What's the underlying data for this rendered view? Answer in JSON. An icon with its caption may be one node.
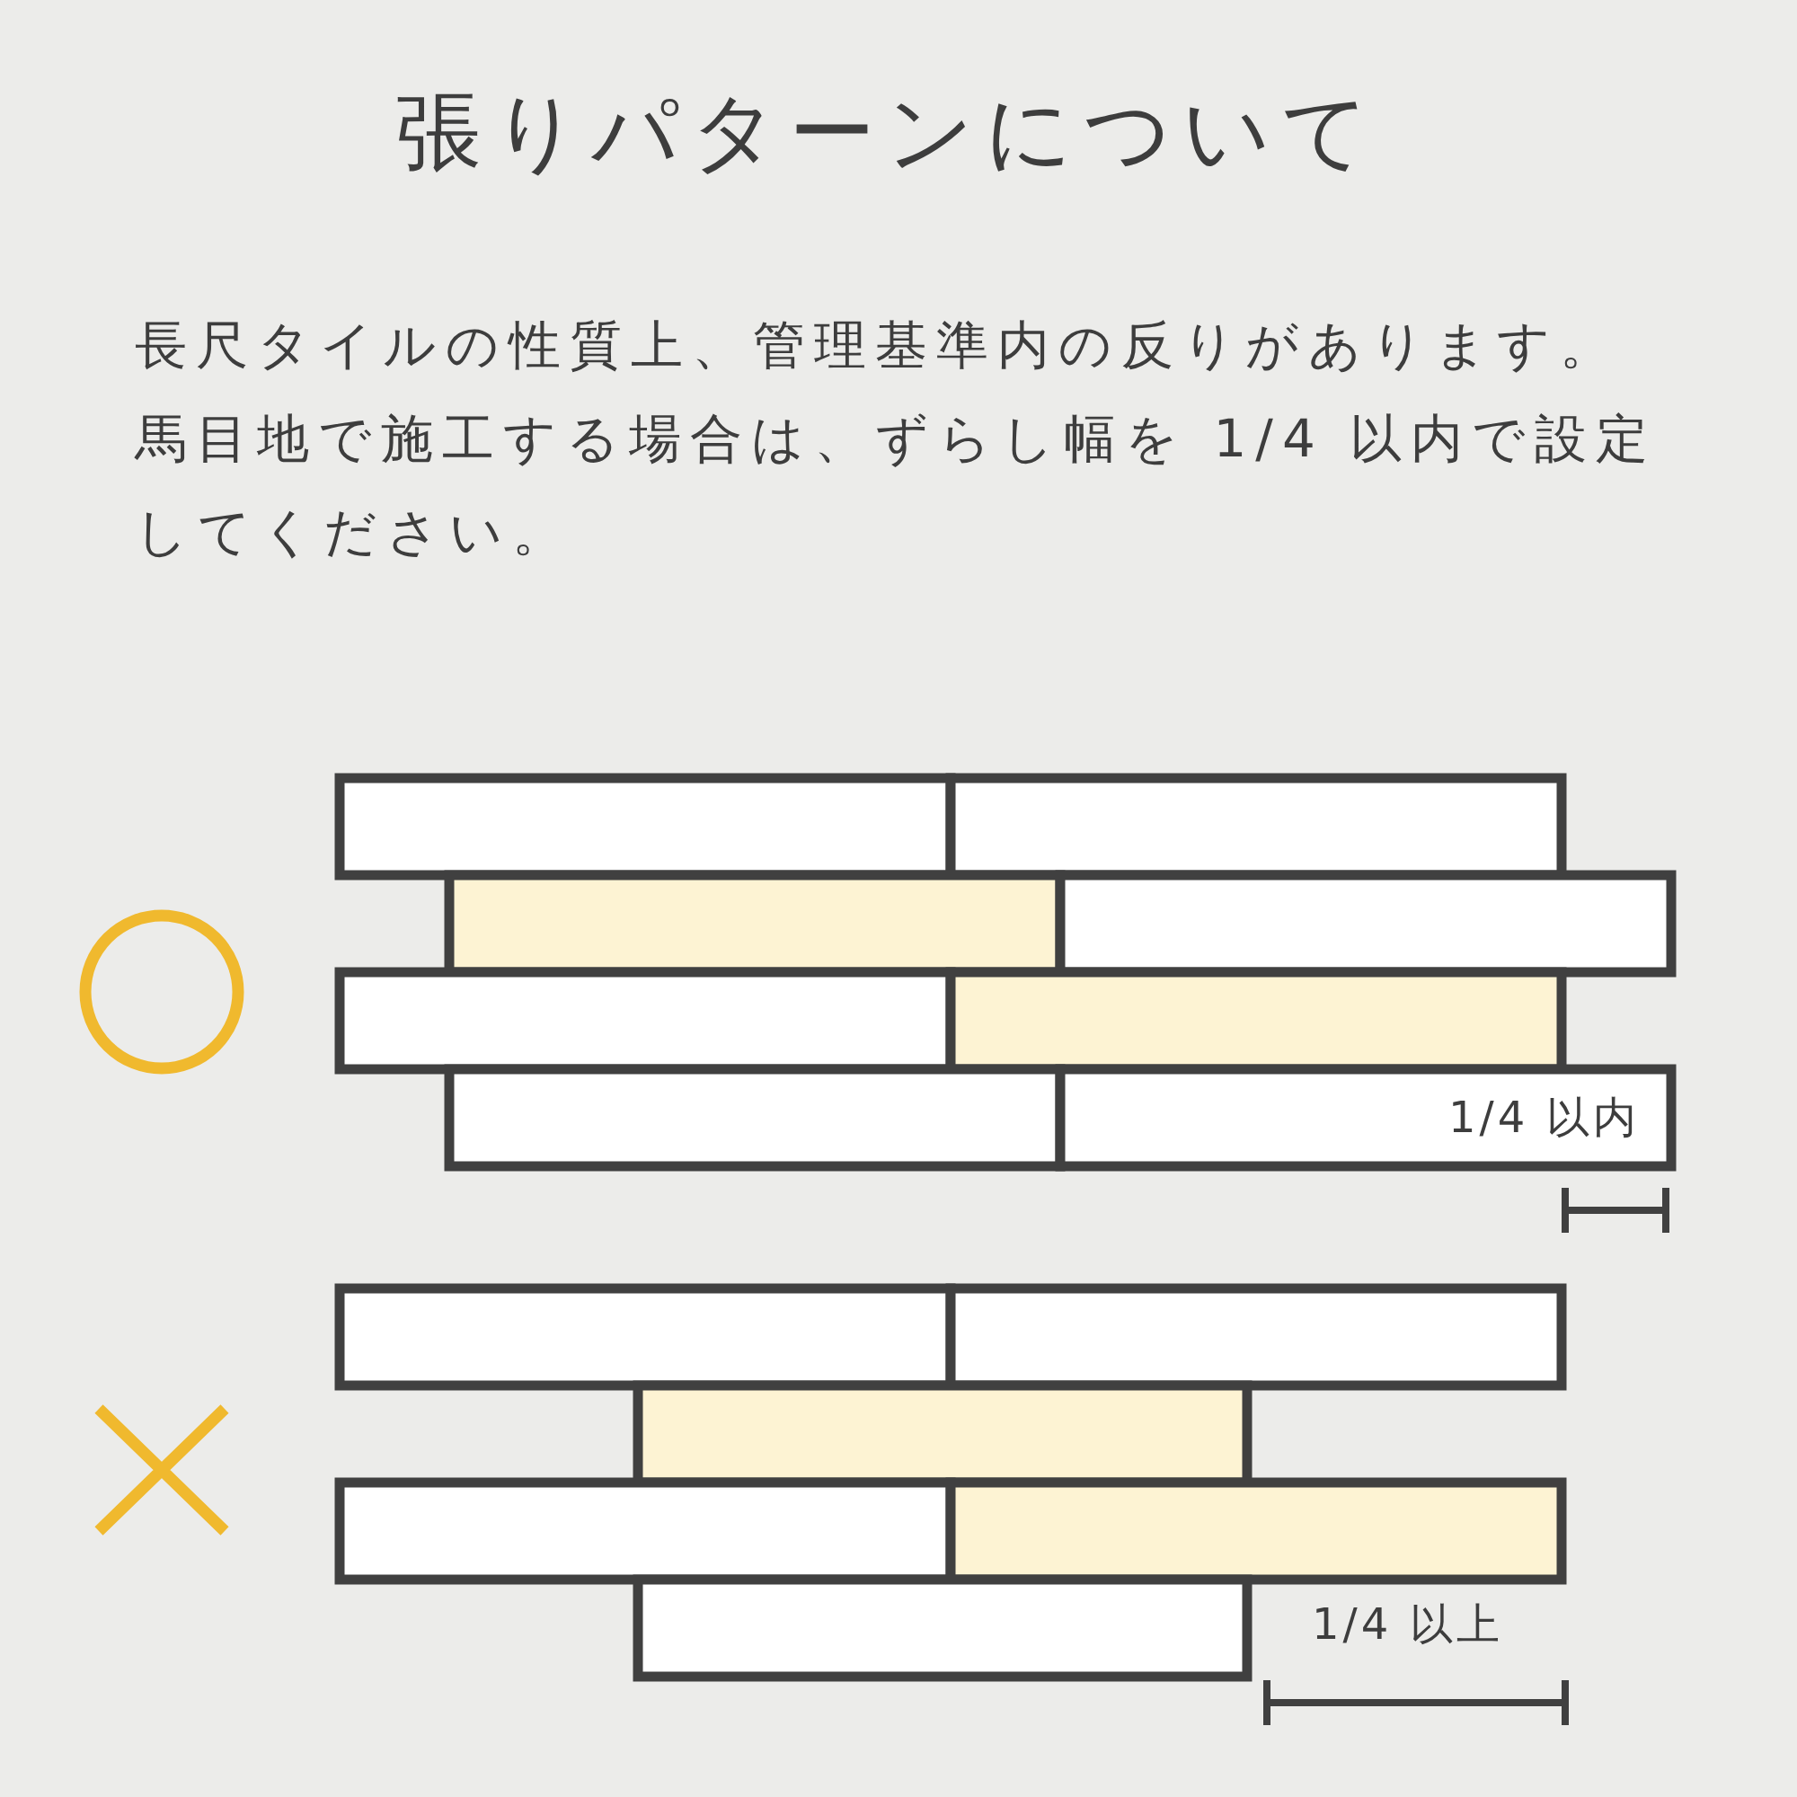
{
  "diagram": {
    "title": "張りパターンについて",
    "labels": [
      "長尺タイルの性質上、管理基準内の反りがあります。馬目地で施工する場合は、ずらし幅を 1/4 以内で設定してください。",
      "1/4 以内",
      "1/4 以上"
    ]
  }
}
